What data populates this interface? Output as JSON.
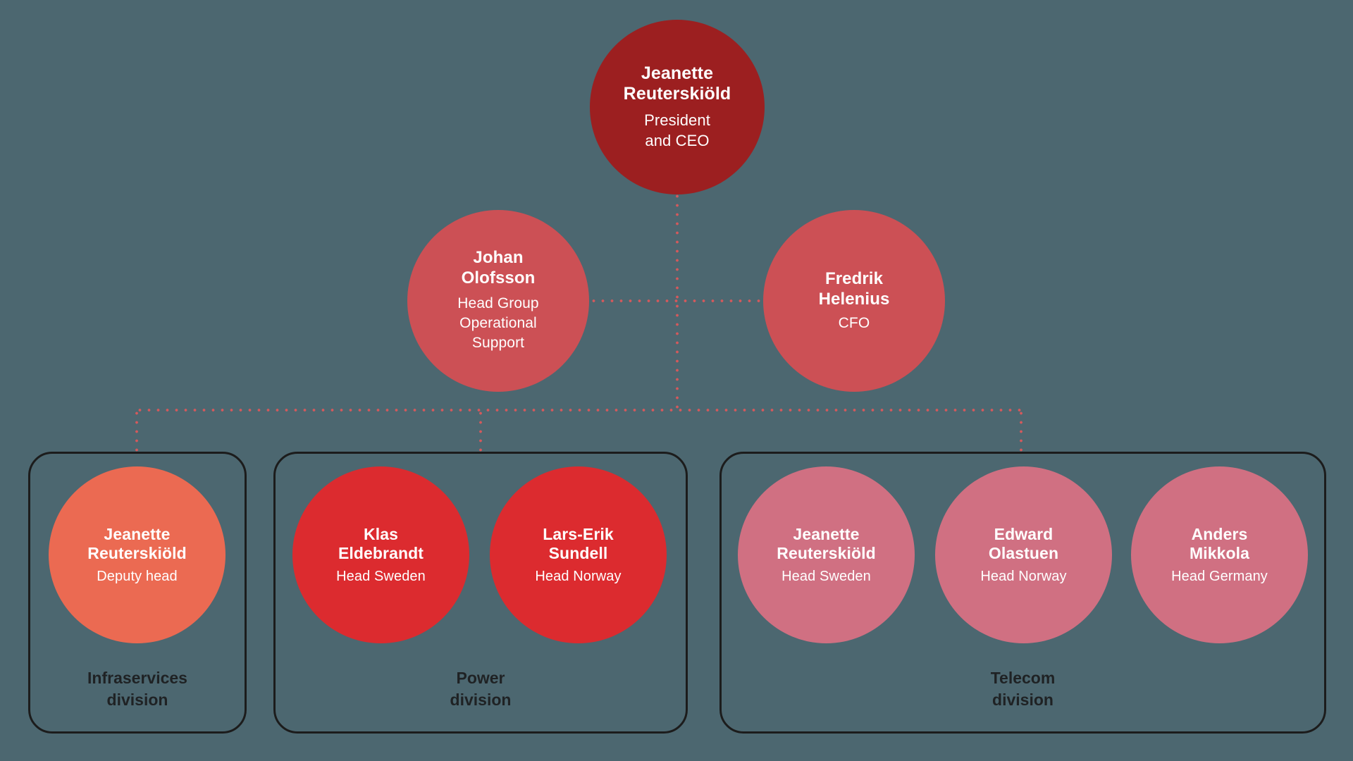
{
  "colors": {
    "background": "#4c6770",
    "ceo_circle": "#9c1f20",
    "tier2_circle": "#cc5055",
    "infraservices_circle": "#eb6a52",
    "power_circle": "#dc2b2f",
    "telecom_circle": "#d07082",
    "connector_line": "#d4595c",
    "division_border": "#1c1c1c",
    "division_label_text": "#1f2224",
    "circle_text": "#ffffff"
  },
  "chart_data": {
    "type": "diagram",
    "subtype": "organizational-chart",
    "levels": 3
  },
  "ceo": {
    "name": "Jeanette Reuterskiöld",
    "name_line1": "Jeanette",
    "name_line2": "Reuterskiöld",
    "role": "President and CEO",
    "role_line1": "President",
    "role_line2": "and CEO"
  },
  "staff": [
    {
      "name": "Johan Olofsson",
      "name_line1": "Johan",
      "name_line2": "Olofsson",
      "role": "Head Group Operational Support",
      "role_line1": "Head Group",
      "role_line2": "Operational",
      "role_line3": "Support"
    },
    {
      "name": "Fredrik Helenius",
      "name_line1": "Fredrik",
      "name_line2": "Helenius",
      "role": "CFO"
    }
  ],
  "divisions": [
    {
      "label": "Infraservices division",
      "label_line1": "Infraservices",
      "label_line2": "division",
      "members": [
        {
          "name": "Jeanette Reuterskiöld",
          "name_line1": "Jeanette",
          "name_line2": "Reuterskiöld",
          "role": "Deputy head"
        }
      ]
    },
    {
      "label": "Power division",
      "label_line1": "Power",
      "label_line2": "division",
      "members": [
        {
          "name": "Klas Eldebrandt",
          "name_line1": "Klas",
          "name_line2": "Eldebrandt",
          "role": "Head Sweden"
        },
        {
          "name": "Lars-Erik Sundell",
          "name_line1": "Lars-Erik",
          "name_line2": "Sundell",
          "role": "Head Norway"
        }
      ]
    },
    {
      "label": "Telecom division",
      "label_line1": "Telecom",
      "label_line2": "division",
      "members": [
        {
          "name": "Jeanette Reuterskiöld",
          "name_line1": "Jeanette",
          "name_line2": "Reuterskiöld",
          "role": "Head Sweden"
        },
        {
          "name": "Edward Olastuen",
          "name_line1": "Edward",
          "name_line2": "Olastuen",
          "role": "Head Norway"
        },
        {
          "name": "Anders Mikkola",
          "name_line1": "Anders",
          "name_line2": "Mikkola",
          "role": "Head Germany"
        }
      ]
    }
  ]
}
